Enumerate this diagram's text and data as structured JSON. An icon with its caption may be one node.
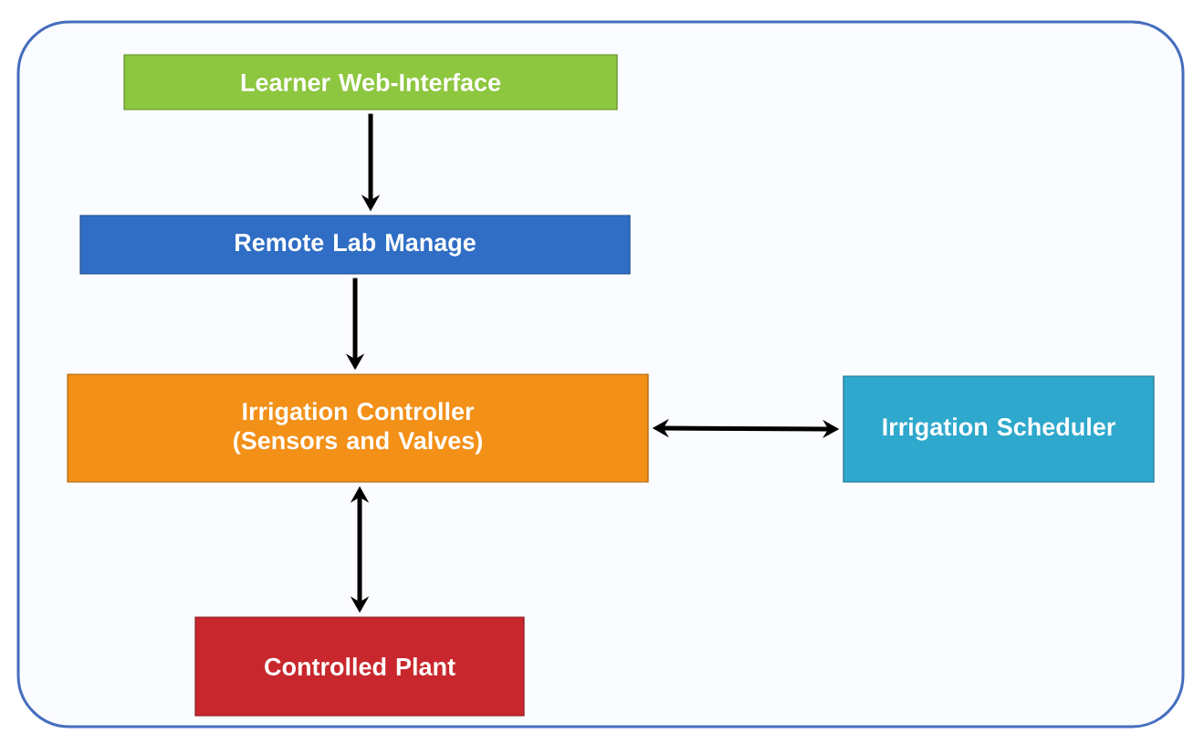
{
  "diagram": {
    "nodes": [
      {
        "text": [
          "Learner Web-Interface"
        ]
      },
      {
        "text": [
          "Remote Lab Manage"
        ]
      },
      {
        "text": [
          "Irrigation Controller (Sensors and Valves)"
        ]
      },
      {
        "text": [
          "Irrigation Scheduler"
        ]
      },
      {
        "text": [
          "Controlled Plant"
        ]
      }
    ],
    "edges": [
      {
        "from": 0,
        "to": 1,
        "arrow": "to"
      },
      {
        "from": 1,
        "to": 2,
        "arrow": "to"
      },
      {
        "from": 2,
        "to": 3,
        "arrow": "both"
      },
      {
        "from": 2,
        "to": 4,
        "arrow": "both"
      }
    ]
  }
}
